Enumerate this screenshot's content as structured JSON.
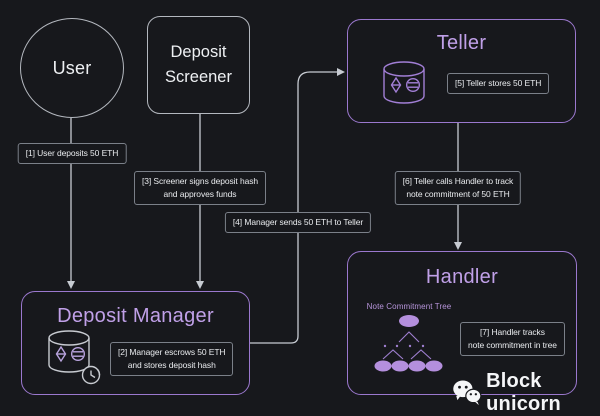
{
  "colors": {
    "background": "#17181c",
    "purple_border": "#9b78ce",
    "purple_title": "#c0a0e8",
    "tree_fill": "#b48fdd",
    "tree_stroke": "#9f7fd0",
    "gray_border": "#b4b8bf",
    "wire": "#c7cbd2",
    "chip_border": "#7b8089",
    "text": "#eef0f3"
  },
  "nodes": {
    "user": {
      "label": "User"
    },
    "screener": {
      "label": "Deposit Screener"
    },
    "teller": {
      "title": "Teller",
      "note": "[5] Teller stores 50 ETH",
      "icon": "database-eth-icon"
    },
    "manager": {
      "title": "Deposit Manager",
      "note": [
        "[2] Manager escrows 50 ETH",
        "and stores deposit hash"
      ],
      "icon": "database-eth-pending-icon"
    },
    "handler": {
      "title": "Handler",
      "tree_title": "Note Commitment Tree",
      "note": [
        "[7] Handler tracks",
        "note commitment in tree"
      ],
      "icon": "merkle-tree-icon"
    }
  },
  "edge_labels": {
    "step1": "[1] User deposits 50 ETH",
    "step3": [
      "[3] Screener signs deposit hash",
      "and approves funds"
    ],
    "step4": "[4] Manager sends 50 ETH to Teller",
    "step6": [
      "[6] Teller calls Handler to track",
      "note commitment of 50 ETH"
    ]
  },
  "watermark": {
    "brand": "Block unicorn",
    "icon": "wechat-icon"
  }
}
